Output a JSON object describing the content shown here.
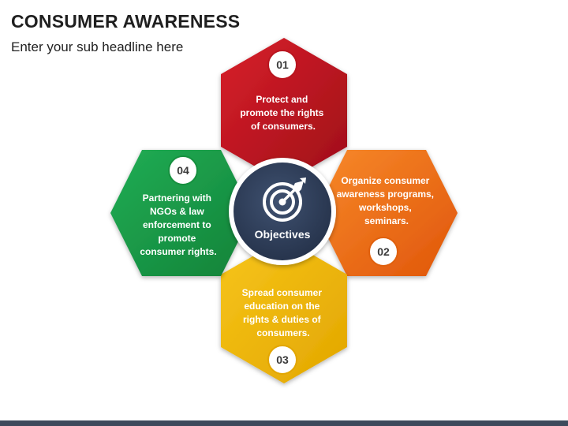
{
  "header": {
    "title": "CONSUMER AWARENESS",
    "subtitle": "Enter your sub headline here"
  },
  "center": {
    "label": "Objectives",
    "icon": "target-arrow-icon",
    "color": "#2f3e55"
  },
  "items": [
    {
      "number": "01",
      "color": "#c0121e",
      "lines": [
        "Protect and",
        "promote the rights",
        "of consumers."
      ]
    },
    {
      "number": "02",
      "color": "#f26a12",
      "lines": [
        "Organize consumer",
        "awareness programs,",
        "workshops,",
        "seminars."
      ]
    },
    {
      "number": "03",
      "color": "#f2b700",
      "lines": [
        "Spread consumer",
        "education on the",
        "rights & duties of",
        "consumers."
      ]
    },
    {
      "number": "04",
      "color": "#1a9a4a",
      "lines": [
        "Partnering with",
        "NGOs & law",
        "enforcement to",
        "promote",
        "consumer rights."
      ]
    }
  ]
}
